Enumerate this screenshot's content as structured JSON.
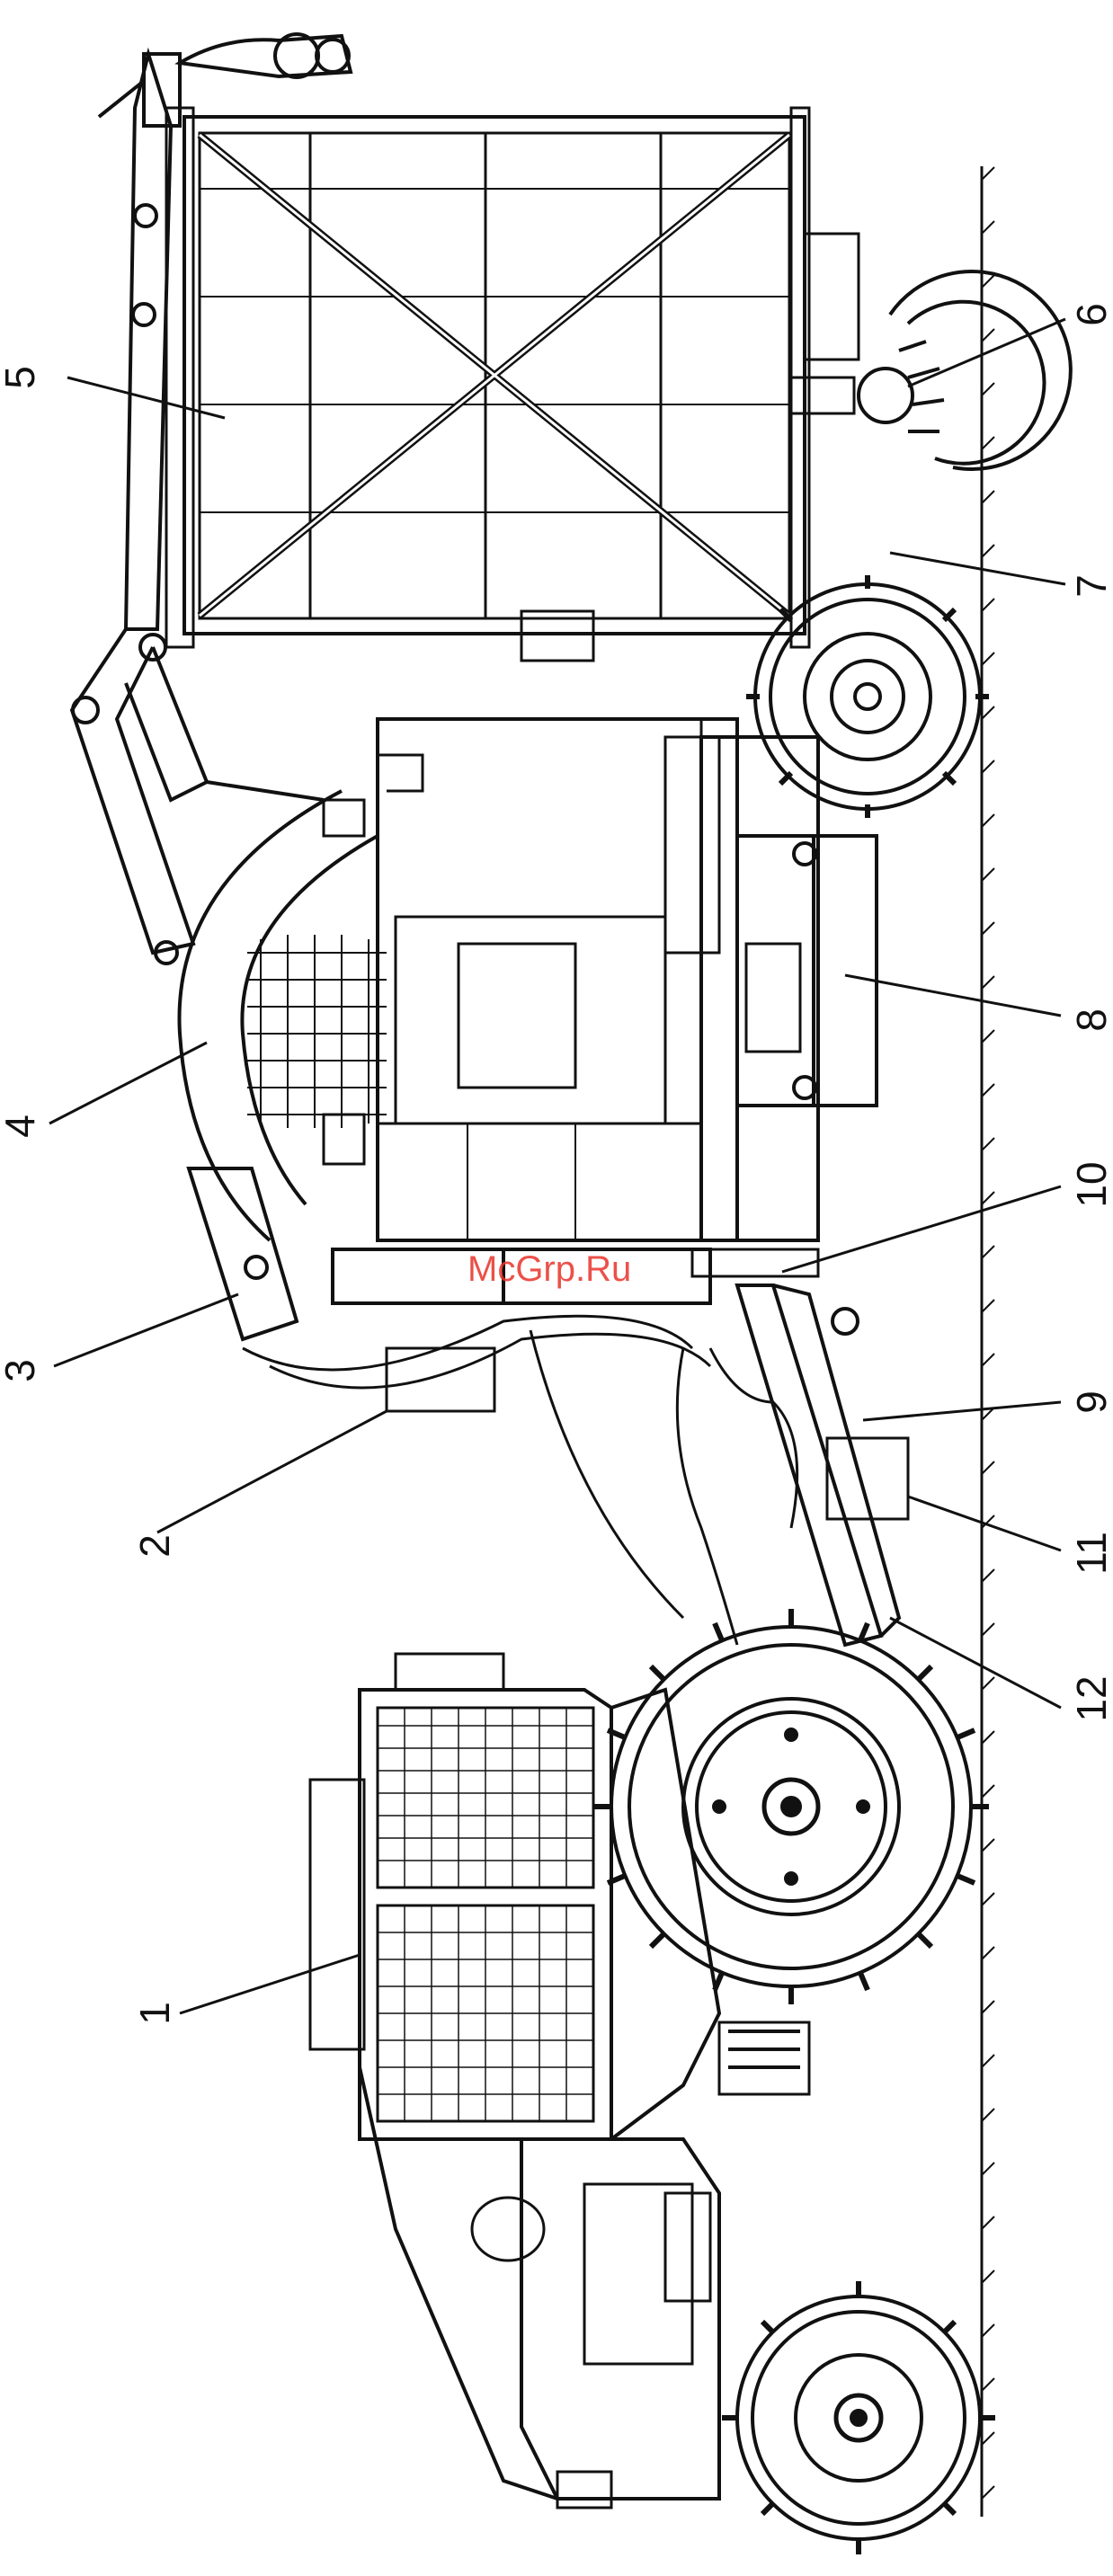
{
  "diagram": {
    "callouts": [
      {
        "id": "callout-1",
        "label": "1"
      },
      {
        "id": "callout-2",
        "label": "2"
      },
      {
        "id": "callout-3",
        "label": "3"
      },
      {
        "id": "callout-4",
        "label": "4"
      },
      {
        "id": "callout-5",
        "label": "5"
      },
      {
        "id": "callout-6",
        "label": "6"
      },
      {
        "id": "callout-7",
        "label": "7"
      },
      {
        "id": "callout-8",
        "label": "8"
      },
      {
        "id": "callout-9",
        "label": "9"
      },
      {
        "id": "callout-10",
        "label": "10"
      },
      {
        "id": "callout-11",
        "label": "11"
      },
      {
        "id": "callout-12",
        "label": "12"
      }
    ],
    "watermark": "McGrp.Ru",
    "colors": {
      "line": "#111111",
      "watermark": "#e8332a",
      "background": "#ffffff"
    }
  }
}
